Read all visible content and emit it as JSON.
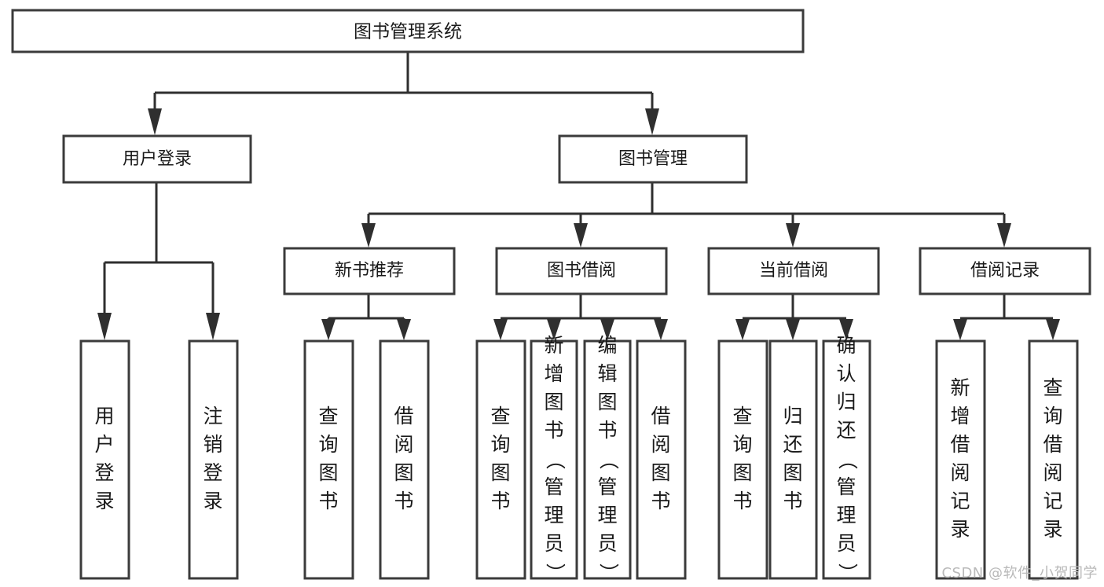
{
  "diagram": {
    "title": "图书管理系统",
    "type": "tree-hierarchy",
    "root": {
      "id": "root",
      "label": "图书管理系统"
    },
    "level2": [
      {
        "id": "user-login",
        "label": "用户登录"
      },
      {
        "id": "book-manage",
        "label": "图书管理"
      }
    ],
    "level3": [
      {
        "id": "new-book-recommend",
        "label": "新书推荐",
        "parent": "book-manage"
      },
      {
        "id": "book-borrow",
        "label": "图书借阅",
        "parent": "book-manage"
      },
      {
        "id": "current-borrow",
        "label": "当前借阅",
        "parent": "book-manage"
      },
      {
        "id": "borrow-record",
        "label": "借阅记录",
        "parent": "book-manage"
      }
    ],
    "leaves": [
      {
        "id": "leaf-user-login",
        "label": "用户登录",
        "parent": "user-login"
      },
      {
        "id": "leaf-logout-login",
        "label": "注销登录",
        "parent": "user-login"
      },
      {
        "id": "leaf-query-book-1",
        "label": "查询图书",
        "parent": "new-book-recommend"
      },
      {
        "id": "leaf-borrow-book-1",
        "label": "借阅图书",
        "parent": "new-book-recommend"
      },
      {
        "id": "leaf-query-book-2",
        "label": "查询图书",
        "parent": "book-borrow"
      },
      {
        "id": "leaf-add-book",
        "label": "新增图书（管理员）",
        "parent": "book-borrow"
      },
      {
        "id": "leaf-edit-book",
        "label": "编辑图书（管理员）",
        "parent": "book-borrow"
      },
      {
        "id": "leaf-borrow-book-2",
        "label": "借阅图书",
        "parent": "book-borrow"
      },
      {
        "id": "leaf-query-book-3",
        "label": "查询图书",
        "parent": "current-borrow"
      },
      {
        "id": "leaf-return-book",
        "label": "归还图书",
        "parent": "current-borrow"
      },
      {
        "id": "leaf-confirm-return",
        "label": "确认归还（管理员）",
        "parent": "current-borrow"
      },
      {
        "id": "leaf-add-record",
        "label": "新增借阅记录",
        "parent": "borrow-record"
      },
      {
        "id": "leaf-query-record",
        "label": "查询借阅记录",
        "parent": "borrow-record"
      }
    ],
    "colors": {
      "box_stroke": "#3b3b3b",
      "box_fill": "#ffffff",
      "connector": "#2f2f2f",
      "text": "#1a1a1a",
      "background": "#ffffff",
      "watermark": "#b9b9b9"
    }
  },
  "watermark": {
    "text": "CSDN @软件_小贺同学"
  }
}
